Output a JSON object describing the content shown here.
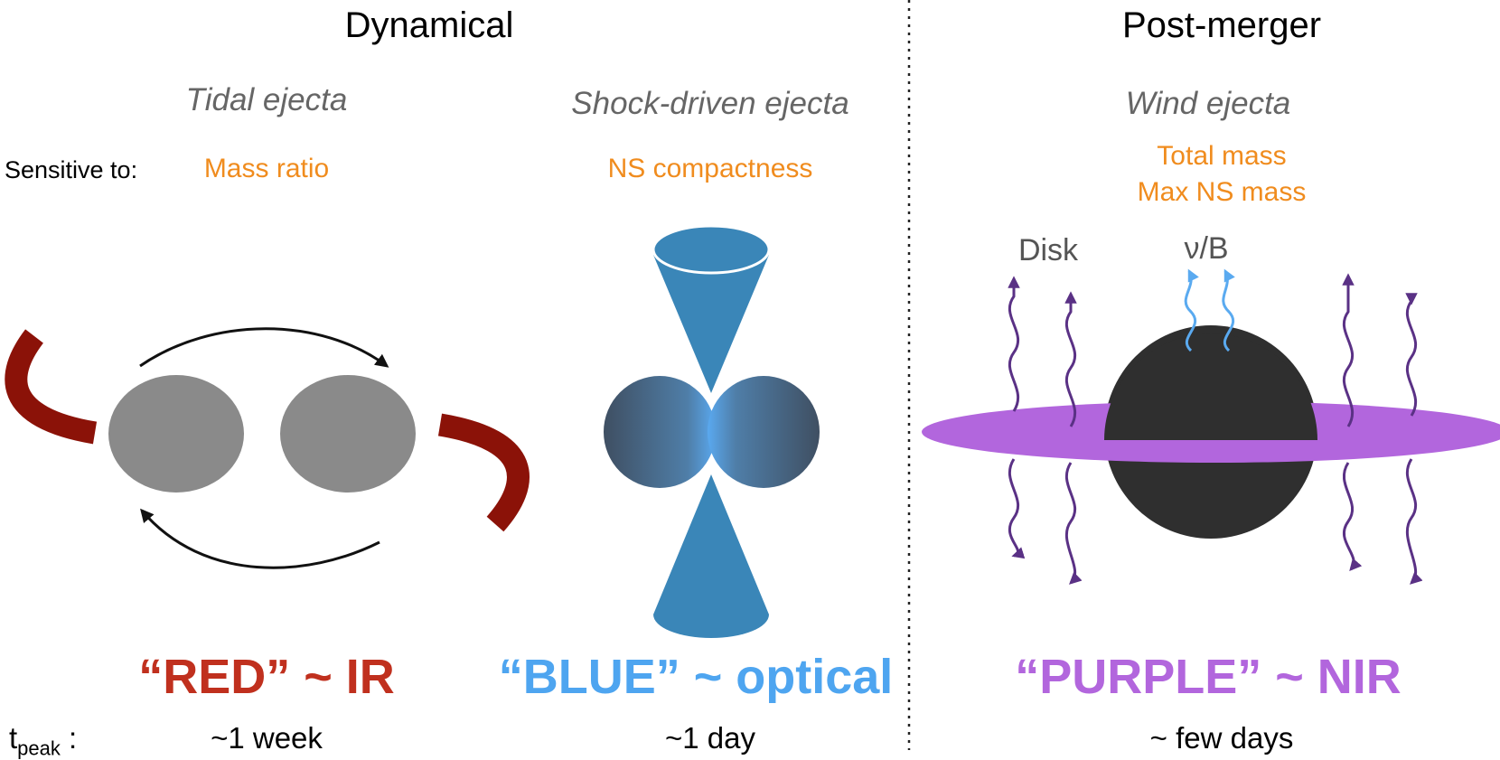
{
  "headers": {
    "dynamical": "Dynamical",
    "post_merger": "Post-merger"
  },
  "subtitles": {
    "tidal": "Tidal ejecta",
    "shock": "Shock-driven ejecta",
    "wind": "Wind ejecta"
  },
  "sensitive": {
    "label": "Sensitive to:",
    "tidal": "Mass ratio",
    "shock": "NS compactness",
    "wind_line1": "Total mass",
    "wind_line2": "Max NS mass"
  },
  "labels": {
    "disk": "Disk",
    "nu_b": "ν/B"
  },
  "colors_label": {
    "red": "“RED” ~ IR",
    "blue": "“BLUE” ~ optical",
    "purple": "“PURPLE” ~ NIR"
  },
  "tpeak": {
    "symbol": "t",
    "subscript": "peak",
    "colon": " :",
    "red": "~1 week",
    "blue": "~1 day",
    "purple": "~ few days"
  },
  "colors": {
    "red": "#c0301e",
    "blue": "#4ea5f0",
    "purple": "#b266dd",
    "orange": "#f08c1e",
    "dark_red": "#8b1208",
    "cone_blue": "#3a86b8",
    "wave_purple": "#5a3185",
    "wave_blue": "#5aaaf0",
    "bh_black": "#2f2f2f",
    "ns_gray": "#8a8a8a"
  }
}
